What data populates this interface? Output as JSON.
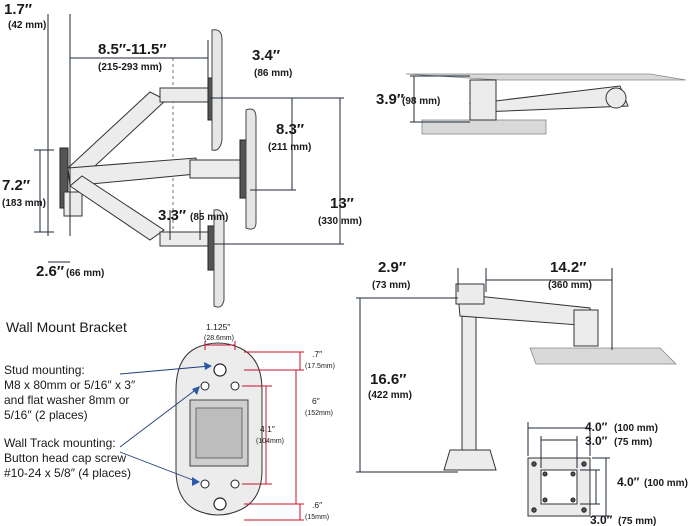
{
  "diagram": {
    "front_view": {
      "dim_arm_depth": "1.7″",
      "dim_arm_depth_mm": "(42 mm)",
      "dim_reach": "8.5″-11.5″",
      "dim_reach_mm": "(215-293 mm)",
      "dim_tilt": "3.4″",
      "dim_tilt_mm": "(86 mm)",
      "dim_vesa_offset": "8.3″",
      "dim_vesa_offset_mm": "(211 mm)",
      "dim_mount_height": "7.2″",
      "dim_mount_height_mm": "(183 mm)",
      "dim_travel": "13″",
      "dim_travel_mm": "(330 mm)",
      "dim_pivot": "3.3″",
      "dim_pivot_mm": "(85 mm)",
      "dim_bracket_depth": "2.6″",
      "dim_bracket_depth_mm": "(66 mm)"
    },
    "top_view": {
      "dim_height": "3.9″",
      "dim_height_mm": "(98 mm)"
    },
    "side_view": {
      "dim_pole_offset": "2.9″",
      "dim_pole_offset_mm": "(73 mm)",
      "dim_arm_length": "14.2″",
      "dim_arm_length_mm": "(360 mm)",
      "dim_total_height": "16.6″",
      "dim_total_height_mm": "(422 mm)"
    },
    "vesa_plate": {
      "outer_h": "4.0″",
      "outer_h_mm": "(100 mm)",
      "inner_h": "3.0″",
      "inner_h_mm": "(75 mm)",
      "outer_v": "4.0″",
      "outer_v_mm": "(100 mm)",
      "inner_v": "3.0″",
      "inner_v_mm": "(75 mm)"
    },
    "bracket": {
      "title": "Wall Mount Bracket",
      "stud_label_lines": [
        "Stud mounting:",
        "M8 x 80mm or 5/16″ x 3″",
        "and flat washer 8mm or",
        "5/16″ (2 places)"
      ],
      "track_label_lines": [
        "Wall Track mounting:",
        "Button head cap screw",
        "#10-24 x 5/8″ (4 places)"
      ],
      "dim_width": "1.125″",
      "dim_width_mm": "(28.6mm)",
      "dim_top": ".7″",
      "dim_top_mm": "(17.5mm)",
      "dim_span": "6″",
      "dim_span_mm": "(152mm)",
      "dim_mid": "4.1″",
      "dim_mid_mm": "(104mm)",
      "dim_bottom": ".6″",
      "dim_bottom_mm": "(15mm)"
    }
  }
}
